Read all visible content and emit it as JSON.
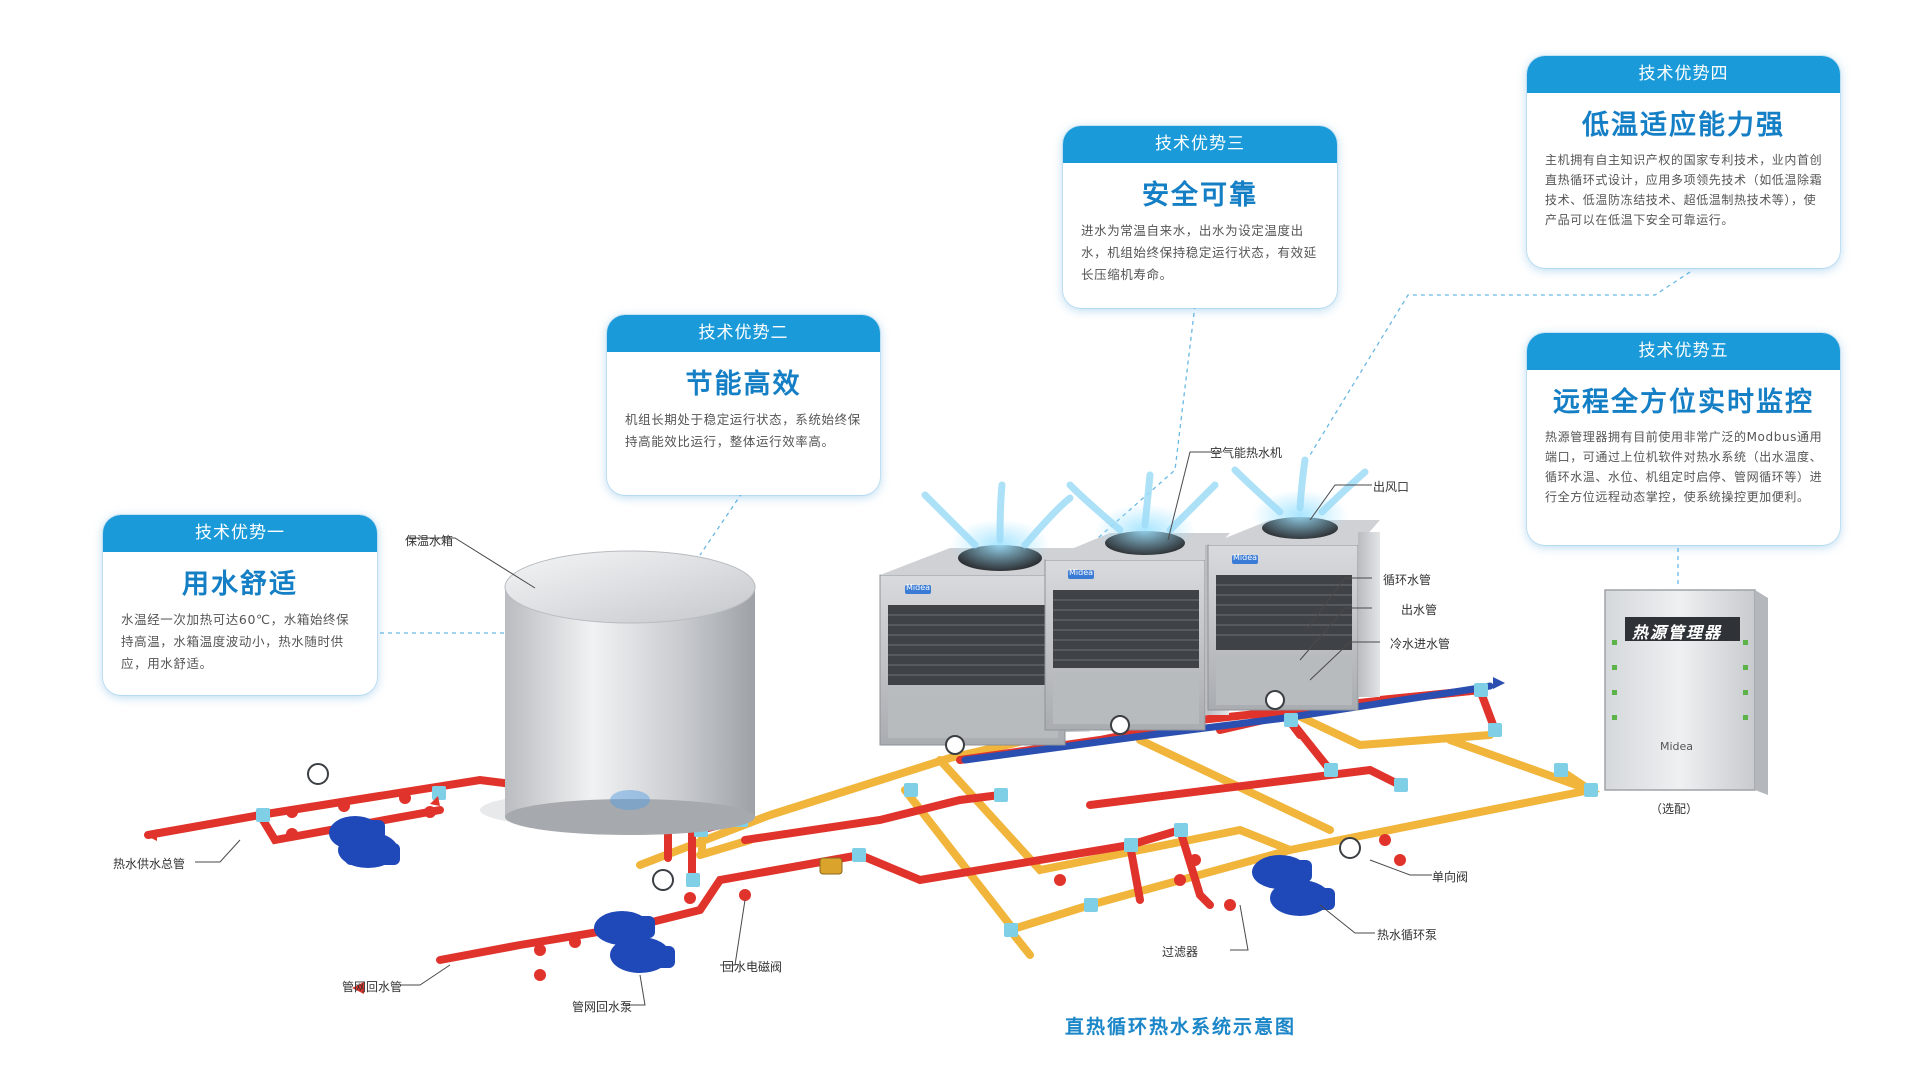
{
  "cards": [
    {
      "header": "技术优势一",
      "title": "用水舒适",
      "body": "水温经一次加热可达60℃，水箱始终保持高温，水箱温度波动小，热水随时供应，用水舒适。"
    },
    {
      "header": "技术优势二",
      "title": "节能高效",
      "body": "机组长期处于稳定运行状态，系统始终保持高能效比运行，整体运行效率高。"
    },
    {
      "header": "技术优势三",
      "title": "安全可靠",
      "body": "进水为常温自来水，出水为设定温度出水，机组始终保持稳定运行状态，有效延长压缩机寿命。"
    },
    {
      "header": "技术优势四",
      "title": "低温适应能力强",
      "body": "主机拥有自主知识产权的国家专利技术，业内首创直热循环式设计，应用多项领先技术（如低温除霜技术、低温防冻结技术、超低温制热技术等），使产品可以在低温下安全可靠运行。"
    },
    {
      "header": "技术优势五",
      "title": "远程全方位实时监控",
      "body": "热源管理器拥有目前使用非常广泛的Modbus通用端口，可通过上位机软件对热水系统（出水温度、循环水温、水位、机组定时启停、管网循环等）进行全方位远程动态掌控，使系统操控更加便利。"
    }
  ],
  "labels": {
    "tank": "保温水箱",
    "heat_pump": "空气能热水机",
    "air_outlet": "出风口",
    "circulation_pipe": "循环水管",
    "outlet_pipe": "出水管",
    "cold_inlet_pipe": "冷水进水管",
    "hot_supply_main": "热水供水总管",
    "return_pipe": "管网回水管",
    "return_pump": "管网回水泵",
    "return_solenoid": "回水电磁阀",
    "filter": "过滤器",
    "check_valve": "单向阀",
    "hot_circ_pump": "热水循环泵",
    "optional": "（选配）"
  },
  "controller": {
    "title": "热源管理器",
    "brand": "Midea"
  },
  "unit_brand": "Midea",
  "caption": "直热循环热水系统示意图",
  "colors": {
    "accent": "#1a9ad8",
    "title_blue": "#157fc6",
    "hot_pipe": "#e0332b",
    "cold_pipe": "#2a4fb0",
    "return_pipe": "#f0b53a",
    "pipe_joint": "#7fd0e6",
    "pump_blue": "#1f49b8"
  }
}
